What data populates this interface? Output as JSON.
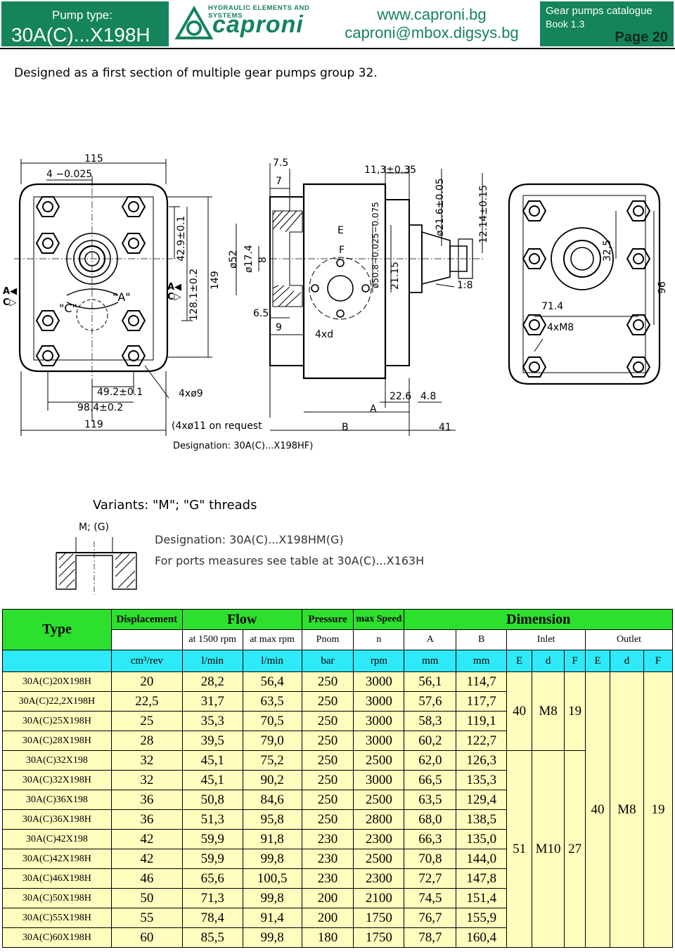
{
  "header": {
    "pump_type_label": "Pump type:",
    "pump_type": "30A(C)...X198H",
    "logo_tagline": "HYDRAULIC ELEMENTS AND SYSTEMS",
    "logo_word": "caproni",
    "website": "www.caproni.bg",
    "email": "caproni@mbox.digsys.bg",
    "catalogue": "Gear pumps catalogue",
    "book": "Book 1.3",
    "page": "Page 20"
  },
  "intro": "Designed as a first section of multiple gear pumps group 32.",
  "drawing": {
    "dims": {
      "d115": "115",
      "d4tol": "4 −0.025",
      "d75": "7.5",
      "d7": "7",
      "d113": "11,3±0.35",
      "d216": "ø21.6±0.05",
      "d1214": "12.14±0.15",
      "d429": "42.9±0.1",
      "d1281": "128.1±0.2",
      "d149": "149",
      "d52": "ø52",
      "d174": "ø17.4",
      "d8": "8",
      "dE": "E",
      "dF": "F",
      "d508": "ø50.8−0.025−0.075",
      "d2115": "21.15",
      "dtaper": "1:8",
      "d65": "6.5",
      "d9": "9",
      "d4xd": "4xd",
      "d325": "32.5",
      "d714": "71.4",
      "d96": "96",
      "d4xm8": "4xM8",
      "d492": "49.2±0.1",
      "d984": "98.4±0.2",
      "d119": "119",
      "d4x9": "4xø9",
      "d4x11": "(4xø11 on request",
      "dA": "A",
      "dB": "B",
      "d226": "22.6",
      "d48": "4.8",
      "d41": "41",
      "dC": "\"C\"",
      "dAq": "\"A\"",
      "sideA": "A◀",
      "sideC": "C▷",
      "desHF": "Designation: 30A(C)...X198HF)"
    }
  },
  "variants": {
    "title": "Variants: \"M\"; \"G\" threads",
    "thread_label": "M; (G)",
    "designation": "Designation: 30A(C)...X198HM(G)",
    "ports_note": "For ports measures see table at 30A(C)...X163H"
  },
  "table": {
    "h_type": "Type",
    "h_disp": "Displacement",
    "h_flow": "Flow",
    "h_pressure": "Pressure",
    "h_speed": "max Speed",
    "h_dimension": "Dimension",
    "s_flow1": "at 1500 rpm",
    "s_flow2": "at max rpm",
    "s_press": "Pnom",
    "s_speed": "n",
    "s_a": "A",
    "s_b": "B",
    "s_inlet": "Inlet",
    "s_outlet": "Outlet",
    "u_disp": "cm³/rev",
    "u_flow1": "l/min",
    "u_flow2": "l/min",
    "u_press": "bar",
    "u_speed": "rpm",
    "u_a": "mm",
    "u_b": "mm",
    "u_ie": "E",
    "u_id": "d",
    "u_if": "F",
    "u_oe": "E",
    "u_od": "d",
    "u_of": "F",
    "inlet_group1": {
      "E": "40",
      "d": "M8",
      "F": "19"
    },
    "inlet_group2": {
      "E": "51",
      "d": "M10",
      "F": "27"
    },
    "outlet_all": {
      "E": "40",
      "d": "M8",
      "F": "19"
    },
    "rows": [
      {
        "type": "30A(C)20X198H",
        "disp": "20",
        "f1": "28,2",
        "f2": "56,4",
        "p": "250",
        "n": "3000",
        "a": "56,1",
        "b": "114,7"
      },
      {
        "type": "30A(C)22,2X198H",
        "disp": "22,5",
        "f1": "31,7",
        "f2": "63,5",
        "p": "250",
        "n": "3000",
        "a": "57,6",
        "b": "117,7"
      },
      {
        "type": "30A(C)25X198H",
        "disp": "25",
        "f1": "35,3",
        "f2": "70,5",
        "p": "250",
        "n": "3000",
        "a": "58,3",
        "b": "119,1"
      },
      {
        "type": "30A(C)28X198H",
        "disp": "28",
        "f1": "39,5",
        "f2": "79,0",
        "p": "250",
        "n": "3000",
        "a": "60,2",
        "b": "122,7"
      },
      {
        "type": "30A(C)32X198",
        "disp": "32",
        "f1": "45,1",
        "f2": "75,2",
        "p": "250",
        "n": "2500",
        "a": "62,0",
        "b": "126,3"
      },
      {
        "type": "30A(C)32X198H",
        "disp": "32",
        "f1": "45,1",
        "f2": "90,2",
        "p": "250",
        "n": "3000",
        "a": "66,5",
        "b": "135,3"
      },
      {
        "type": "30A(C)36X198",
        "disp": "36",
        "f1": "50,8",
        "f2": "84,6",
        "p": "250",
        "n": "2500",
        "a": "63,5",
        "b": "129,4"
      },
      {
        "type": "30A(C)36X198H",
        "disp": "36",
        "f1": "51,3",
        "f2": "95,8",
        "p": "250",
        "n": "2800",
        "a": "68,0",
        "b": "138,5"
      },
      {
        "type": "30A(C)42X198",
        "disp": "42",
        "f1": "59,9",
        "f2": "91,8",
        "p": "230",
        "n": "2300",
        "a": "66,3",
        "b": "135,0"
      },
      {
        "type": "30A(C)42X198H",
        "disp": "42",
        "f1": "59,9",
        "f2": "99,8",
        "p": "230",
        "n": "2500",
        "a": "70,8",
        "b": "144,0"
      },
      {
        "type": "30A(C)46X198H",
        "disp": "46",
        "f1": "65,6",
        "f2": "100,5",
        "p": "230",
        "n": "2300",
        "a": "72,7",
        "b": "147,8"
      },
      {
        "type": "30A(C)50X198H",
        "disp": "50",
        "f1": "71,3",
        "f2": "99,8",
        "p": "200",
        "n": "2100",
        "a": "74,5",
        "b": "151,4"
      },
      {
        "type": "30A(C)55X198H",
        "disp": "55",
        "f1": "78,4",
        "f2": "91,4",
        "p": "200",
        "n": "1750",
        "a": "76,7",
        "b": "155,9"
      },
      {
        "type": "30A(C)60X198H",
        "disp": "60",
        "f1": "85,5",
        "f2": "99,8",
        "p": "180",
        "n": "1750",
        "a": "78,7",
        "b": "160,4"
      }
    ]
  },
  "colors": {
    "brand_green": "#15845a",
    "header_green": "#2ee02e",
    "units_cyan": "#2ee9f7",
    "row_yellow": "#fffdbe"
  }
}
